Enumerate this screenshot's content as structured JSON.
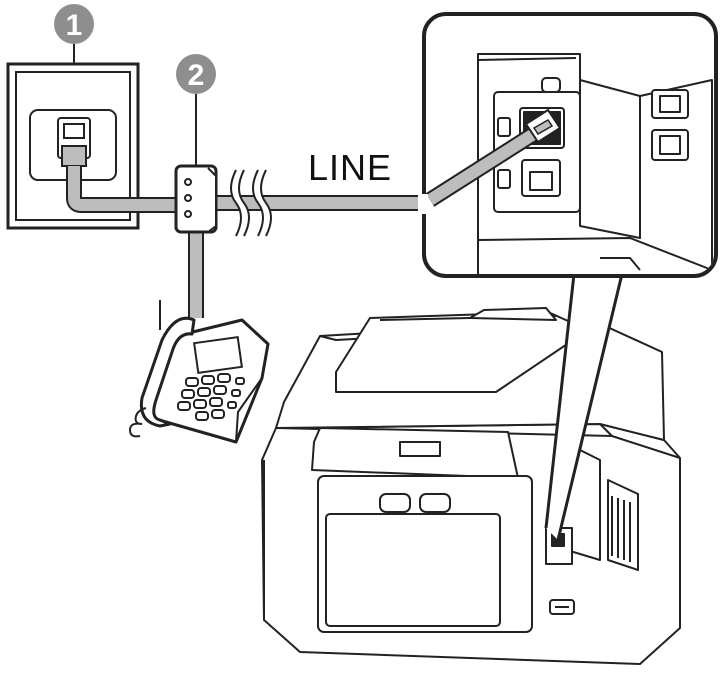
{
  "callouts": [
    {
      "number": "1"
    },
    {
      "number": "2"
    }
  ],
  "line_label": "LINE",
  "colors": {
    "outline": "#222222",
    "cable": "#bdbdbd",
    "badge": "#8e8e8e",
    "background": "#ffffff"
  },
  "icons": {
    "wall_jack": "rj11-wall-jack-icon",
    "splitter": "phone-line-splitter-icon",
    "telephone": "desk-telephone-icon",
    "printer": "fax-printer-icon",
    "port": "line-port-icon"
  }
}
